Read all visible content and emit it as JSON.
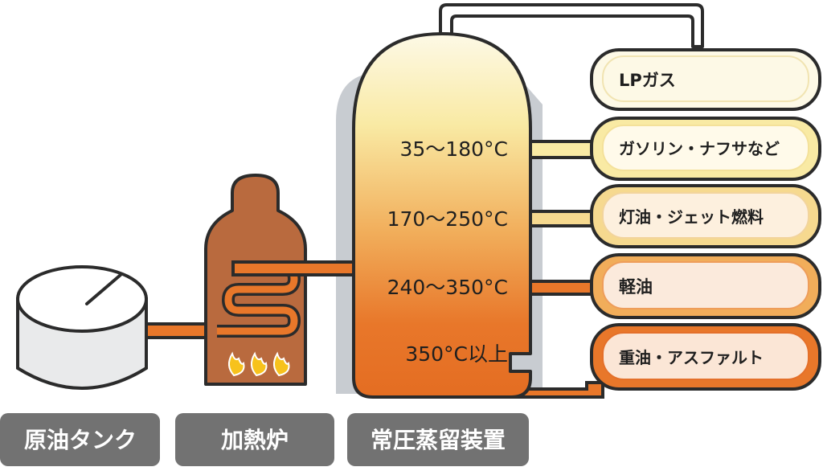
{
  "diagram": {
    "temperatures": [
      "35～180°C",
      "170～250°C",
      "240～350°C",
      "350°C以上"
    ],
    "products": [
      "LPガス",
      "ガソリン・ナフサなど",
      "灯油・ジェット燃料",
      "軽油",
      "重油・アスファルト"
    ],
    "stage_labels": {
      "tank": "原油タンク",
      "furnace": "加熱炉",
      "column": "常圧蒸留装置"
    }
  },
  "colors": {
    "outline": "#2b2b2b",
    "oil": "#e8772a",
    "furnace": "#b96a3e",
    "column_shadow": "#c8ccd1",
    "label_bg": "#727272",
    "flame": "#f7c21c"
  }
}
